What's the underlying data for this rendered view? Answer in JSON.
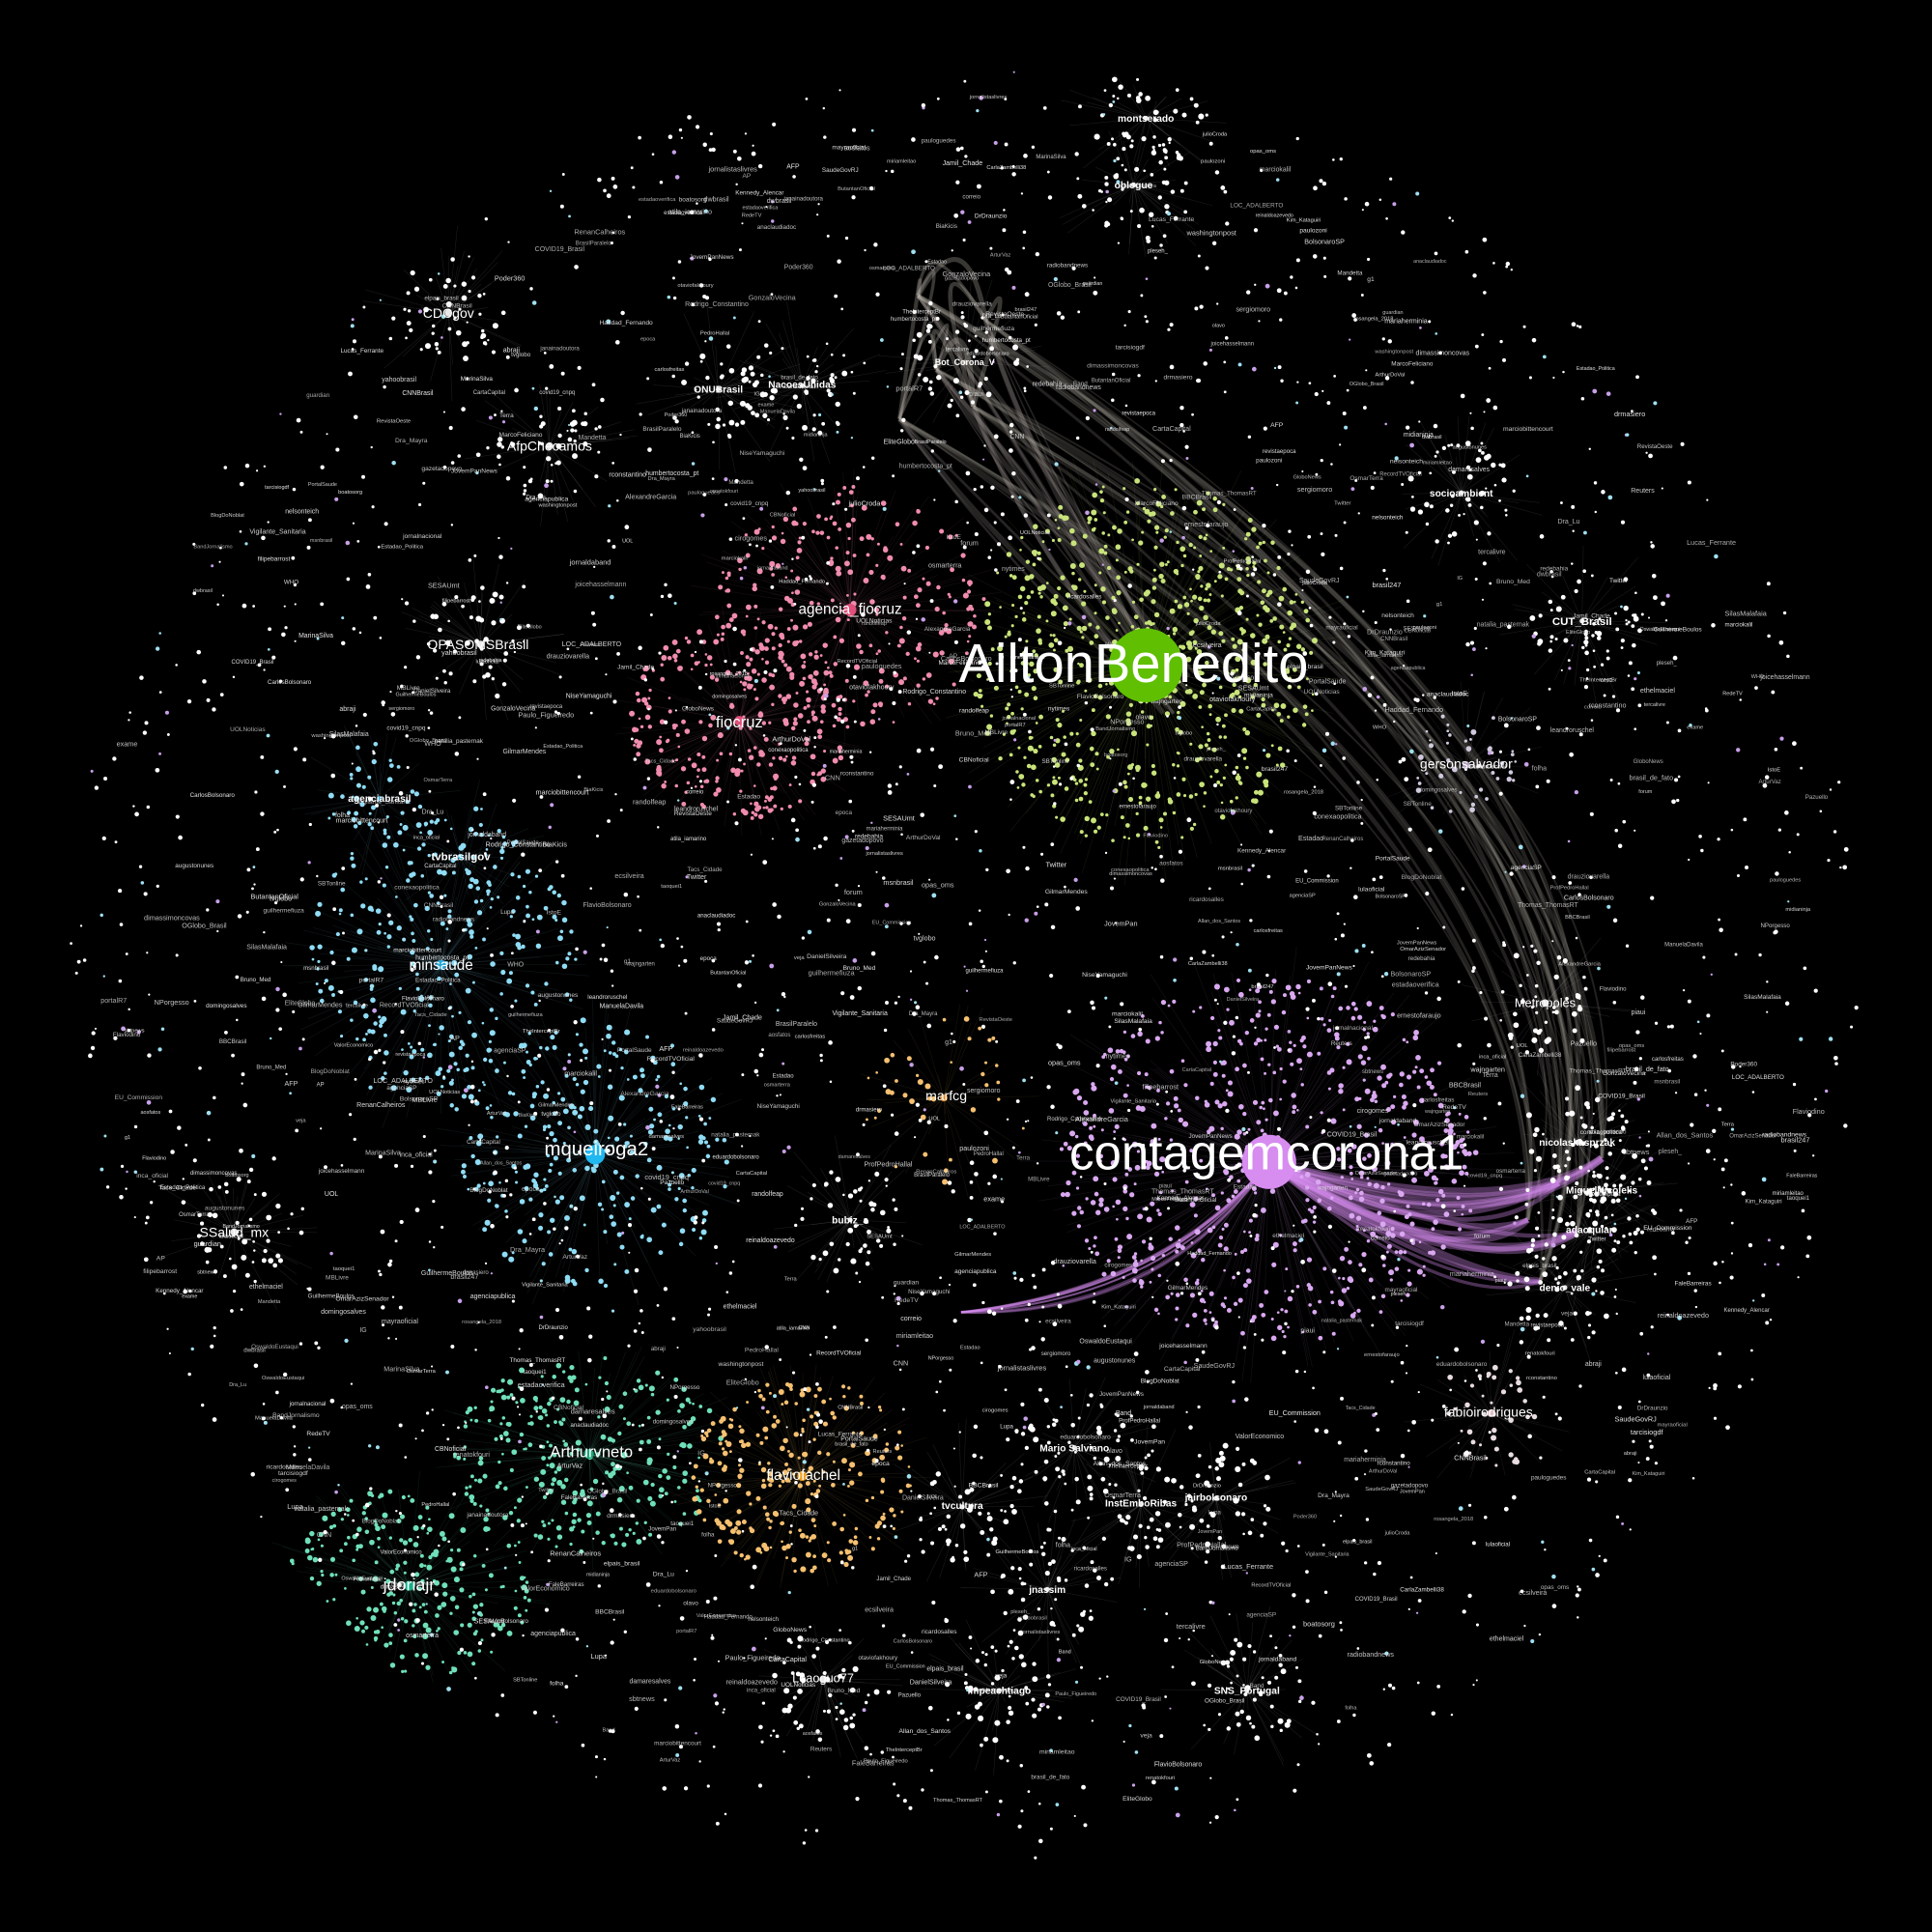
{
  "graph": {
    "background": "#000000",
    "hubs": [
      {
        "id": "AiltonBenedito",
        "label": "AiltonBenedito",
        "color": "#5fbf00",
        "cluster_color": "#c8e37a",
        "rank": 1
      },
      {
        "id": "contagemcorona1",
        "label": "contagemcorona1",
        "color": "#d78cf0",
        "cluster_color": "#d9a8f0",
        "rank": 1
      },
      {
        "id": "mqueiroga2",
        "label": "mqueiroga2",
        "color": "#1fb8f0",
        "cluster_color": "#8fdcf5",
        "rank": 2
      },
      {
        "id": "minsaude",
        "label": "minsaude",
        "color": "#2aa8d8",
        "cluster_color": "#8fdcf5",
        "rank": 2
      },
      {
        "id": "agencia_fiocruz",
        "label": "agencia_fiocruz",
        "color": "#e0507a",
        "cluster_color": "#f08cad",
        "rank": 2
      },
      {
        "id": "fiocruz",
        "label": "fiocruz",
        "color": "#e0507a",
        "cluster_color": "#f08cad",
        "rank": 2
      },
      {
        "id": "Arthurvneto",
        "label": "Arthurvneto",
        "color": "#1aa57a",
        "cluster_color": "#6fe0b8",
        "rank": 2
      },
      {
        "id": "jdoriajr",
        "label": "jdoriajr",
        "color": "#14b088",
        "cluster_color": "#6fe0b8",
        "rank": 2
      },
      {
        "id": "flaviofachel",
        "label": "flaviofachel",
        "color": "#f0a020",
        "cluster_color": "#f5c070",
        "rank": 2
      },
      {
        "id": "marfcg",
        "label": "marfcg",
        "color": "#d88a2a",
        "cluster_color": "#f5c070",
        "rank": 2
      },
      {
        "id": "gersonsalvador",
        "label": "gersonsalvador",
        "color": "#b0a0c0",
        "cluster_color": "#d0c8dc",
        "rank": 2
      },
      {
        "id": "fabioirodrigues",
        "label": "fabioirodrigues",
        "color": "#e0c0c8",
        "cluster_color": "#e8dce0",
        "rank": 2
      },
      {
        "id": "AfpChecamos",
        "label": "AfpChecamos",
        "color": "#e8e8e8",
        "cluster_color": "#ffffff",
        "rank": 2
      },
      {
        "id": "OPASOMSBrasil",
        "label": "OPASOMSBrasil",
        "color": "#e8e8e8",
        "cluster_color": "#ffffff",
        "rank": 2
      },
      {
        "id": "SSalud_mx",
        "label": "SSalud_mx",
        "color": "#e8e8e8",
        "cluster_color": "#ffffff",
        "rank": 2
      },
      {
        "id": "CDCgov",
        "label": "CDCgov",
        "color": "#e8e8e8",
        "cluster_color": "#ffffff",
        "rank": 2
      },
      {
        "id": "Leaoguo77",
        "label": "Leaoguo77",
        "color": "#e8e8e8",
        "cluster_color": "#ffffff",
        "rank": 2
      },
      {
        "id": "Metropoles",
        "label": "Metropoles",
        "color": "#e8e8e8",
        "cluster_color": "#ffffff",
        "rank": 3
      },
      {
        "id": "tvbrasilgov",
        "label": "tvbrasilgov",
        "color": "#2aa8d8",
        "cluster_color": "#8fdcf5",
        "rank": 3
      },
      {
        "id": "agenciabrasil",
        "label": "agenciabrasil",
        "color": "#2aa8d8",
        "cluster_color": "#8fdcf5",
        "rank": 3
      },
      {
        "id": "ONUBrasil",
        "label": "ONUBrasil",
        "color": "#e8e8e8",
        "cluster_color": "#ffffff",
        "rank": 3
      },
      {
        "id": "NacoesUnidas",
        "label": "NacoesUnidas",
        "color": "#e8e8e8",
        "cluster_color": "#ffffff",
        "rank": 3
      },
      {
        "id": "montserado",
        "label": "montserado",
        "color": "#e8e8e8",
        "cluster_color": "#ffffff",
        "rank": 3
      },
      {
        "id": "sociaambient",
        "label": "socioambient",
        "color": "#e8e8e8",
        "cluster_color": "#ffffff",
        "rank": 3
      },
      {
        "id": "CUT_Brasil",
        "label": "CUT_Brasil",
        "color": "#e8e8e8",
        "cluster_color": "#ffffff",
        "rank": 3
      },
      {
        "id": "nicolaskasprzak",
        "label": "nicolaskasprzak",
        "color": "#e8e8e8",
        "cluster_color": "#ffffff",
        "rank": 3
      },
      {
        "id": "MiguelNicolelis",
        "label": "MiguelNicolelis",
        "color": "#e8e8e8",
        "cluster_color": "#ffffff",
        "rank": 3
      },
      {
        "id": "adaoquiar",
        "label": "adaoquiar",
        "color": "#e8e8e8",
        "cluster_color": "#ffffff",
        "rank": 3
      },
      {
        "id": "denio_vale",
        "label": "denio_vale",
        "color": "#e8e8e8",
        "cluster_color": "#ffffff",
        "rank": 3
      },
      {
        "id": "bubi",
        "label": "bubiz_a",
        "color": "#e8e8e8",
        "cluster_color": "#ffffff",
        "rank": 3
      },
      {
        "id": "tvcultura",
        "label": "tvcultura",
        "color": "#e8e8e8",
        "cluster_color": "#ffffff",
        "rank": 3
      },
      {
        "id": "jairbolsonaro",
        "label": "jairbolsonaro",
        "color": "#e8e8e8",
        "cluster_color": "#ffffff",
        "rank": 3
      },
      {
        "id": "InstEmbeRibas",
        "label": "InstEmboRibas",
        "color": "#e8e8e8",
        "cluster_color": "#ffffff",
        "rank": 3
      },
      {
        "id": "jnassim",
        "label": "jnassim",
        "color": "#e8e8e8",
        "cluster_color": "#ffffff",
        "rank": 3
      },
      {
        "id": "impeachtiago",
        "label": "impeachtiago",
        "color": "#e8e8e8",
        "cluster_color": "#ffffff",
        "rank": 3
      },
      {
        "id": "SNS_Portugal",
        "label": "SNS_Portugal",
        "color": "#e8e8e8",
        "cluster_color": "#ffffff",
        "rank": 3
      },
      {
        "id": "Bot_Corona_V",
        "label": "Bot_Corona_V",
        "color": "#b0a898",
        "cluster_color": "#ffffff",
        "rank": 3
      },
      {
        "id": "oblogue",
        "label": "oblogue",
        "color": "#e8e8e8",
        "cluster_color": "#ffffff",
        "rank": 3
      },
      {
        "id": "Mario_Salviano",
        "label": "Mario Salviano",
        "color": "#e8e8e8",
        "cluster_color": "#ffffff",
        "rank": 3
      }
    ],
    "minor_labels": [
      "LOC_ADALBERTO",
      "EU_Commission",
      "covid19_cnpq",
      "COVID19_Brasil",
      "FaleBarreiras",
      "Thomas_ThomasRT",
      "NPorgesso",
      "GilmarMendes",
      "rosangela_2018",
      "Estadao",
      "UOLNoticias",
      "g1",
      "folha",
      "BlogDoNoblat",
      "CNNBrasil",
      "jornaldaband",
      "Dra_Lu",
      "reinaldoazevedo",
      "marciokalil",
      "Twitter",
      "drmasiero",
      "pleseh_",
      "Tacs_Cidade",
      "Vigilante_Sanitaria",
      "ArturVaz",
      "Bruno_Med",
      "PortalSaude",
      "SaudeGovRJ",
      "inca_oficial",
      "ButantanOficial",
      "SESAUmt",
      "agenciaSP",
      "EliteGlobo",
      "redebahia",
      "OGlobo_Brasil",
      "CartaCapital",
      "revistaepoca",
      "brasil247",
      "Poder360",
      "JovemPanNews",
      "RecordTVOficial",
      "SBTonline",
      "dwbrasil",
      "BBCBrasil",
      "elpais_brasil",
      "AFP",
      "Reuters",
      "AP",
      "WHO",
      "opas_oms",
      "nytimes",
      "washingtonpost",
      "guardian",
      "CNN",
      "lulaoficial",
      "Haddad_Fernando",
      "cirogomes",
      "MarinaSilva",
      "GuilhermeBoulos",
      "ManuelaDavila",
      "Flaviodino",
      "ecsilveira",
      "randolfeap",
      "humbertocosta_pt",
      "OmarAzizSenador",
      "RenanCalheiros",
      "eduardobolsonaro",
      "CarlosBolsonaro",
      "FlavioBolsonaro",
      "damaresalves",
      "tarcisiogdf",
      "Pazuello",
      "NiseYamaguchi",
      "osmarterra",
      "mayraoficial",
      "wajngarten",
      "ernestofaraujo",
      "ricardosalles",
      "Kim_Kataguiri",
      "ArthurDoVal",
      "joicehasselmann",
      "janainadoutora",
      "MBLivre",
      "RevistaOeste",
      "gazetadopovo",
      "conexaopolitica",
      "tercalivre",
      "Allan_dos_Santos",
      "OsmarTerra",
      "BiaKicis",
      "CarlaZambelli38",
      "filipebarrost",
      "MarcoFeliciano",
      "SilasMalafaia",
      "olavo",
      "rconstantino",
      "leandroruschel",
      "Paulo_Figueiredo",
      "guilhermefiuza",
      "augustonunes",
      "AlexandreGarcia",
      "Rodrigo_Constantino",
      "BrasilParalelo",
      "BolsonaroSP",
      "taoquei1",
      "DanielSilveira",
      "otaviofakhoury",
      "OswaldoEustaqui",
      "anaclaudiadoc",
      "pauloguedes",
      "sergiomoro",
      "Mandetta",
      "nelsonteich",
      "DrDraunzio",
      "dimassimoncovas",
      "natalia_pasternak",
      "atila_iamarino",
      "drauziovarella",
      "PedroHallal",
      "marciobittencourt",
      "julioCroda",
      "ethelmaciel",
      "Lucas_Ferrante",
      "domingosalves",
      "Dra_Mayra",
      "paulozoni",
      "carlosfreitas",
      "renatokfouri",
      "ProfPedroHallal",
      "GonzaloVecina",
      "Jamil_Chade",
      "Kennedy_Alencar",
      "mariaherminia",
      "miriamleitao",
      "GloboNews",
      "tvglobo",
      "jornalnacional",
      "sbtnews",
      "BandJornalismo",
      "RedeTV",
      "Band",
      "CBNoficial",
      "radiobandnews",
      "JovemPan",
      "portalR7",
      "Terra",
      "UOL",
      "IG",
      "yahoobrasil",
      "msnbrasil",
      "correio",
      "Estadao_Politica",
      "ValorEconomico",
      "exame",
      "veja",
      "IstoE",
      "epoca",
      "CartaCapital",
      "forum",
      "midianinja",
      "jornalistaslivres",
      "brasil_de_fato",
      "TheInterceptBr",
      "agenciapublica",
      "piaui",
      "abraji",
      "Lupa",
      "aosfatos",
      "boatosorg",
      "estadaoverifica"
    ]
  }
}
